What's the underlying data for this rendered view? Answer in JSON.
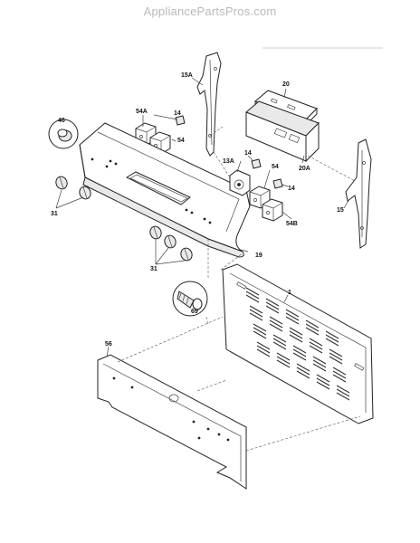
{
  "watermark": "AppliancePartsPros.com",
  "callouts": [
    {
      "id": "p15A",
      "text": "15A"
    },
    {
      "id": "p20",
      "text": "20"
    },
    {
      "id": "p20A",
      "text": "20A"
    },
    {
      "id": "p54A",
      "text": "54A"
    },
    {
      "id": "p14a",
      "text": "14"
    },
    {
      "id": "p54a",
      "text": "54"
    },
    {
      "id": "p46",
      "text": "46"
    },
    {
      "id": "p14b",
      "text": "14"
    },
    {
      "id": "p13A",
      "text": "13A"
    },
    {
      "id": "p54b",
      "text": "54"
    },
    {
      "id": "p14c",
      "text": "14"
    },
    {
      "id": "p15",
      "text": "15"
    },
    {
      "id": "p54B",
      "text": "54B"
    },
    {
      "id": "p31a",
      "text": "31"
    },
    {
      "id": "p31b",
      "text": "31"
    },
    {
      "id": "p19",
      "text": "19"
    },
    {
      "id": "p1",
      "text": "1"
    },
    {
      "id": "p69",
      "text": "69"
    },
    {
      "id": "p56",
      "text": "56"
    }
  ]
}
